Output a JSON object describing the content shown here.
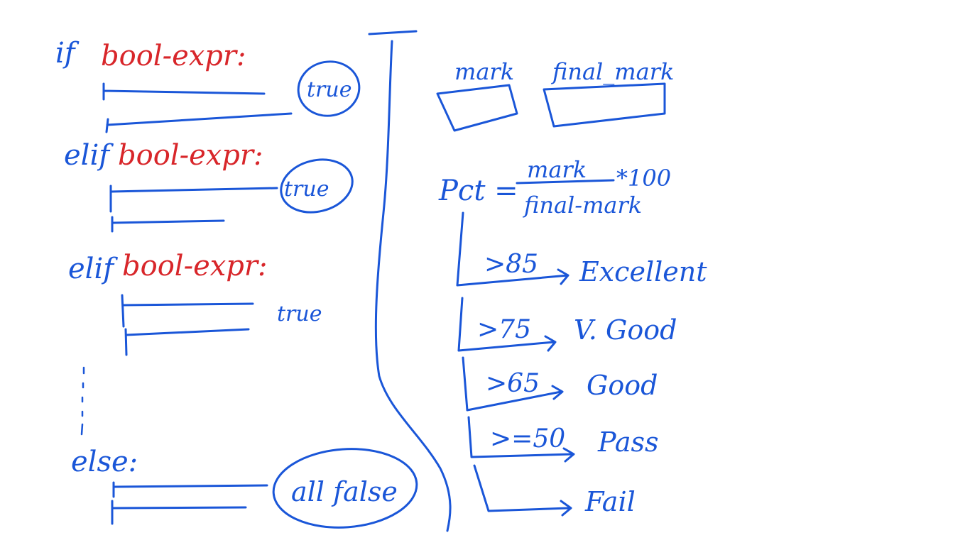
{
  "left": {
    "if_keyword": "if",
    "elif_keyword_1": "elif",
    "elif_keyword_2": "elif",
    "else_keyword": "else:",
    "condition_1": "bool-expr:",
    "condition_2": "bool-expr:",
    "condition_3": "bool-expr:",
    "true_1": "true",
    "true_2": "true",
    "true_3": "true",
    "all_false": "all false"
  },
  "right": {
    "var_mark": "mark",
    "var_final_mark": "final_mark",
    "pct_lhs": "Pct =",
    "pct_numerator": "mark",
    "pct_denominator": "final-mark",
    "pct_multiplier": "*100",
    "branches": [
      {
        "op": ">85",
        "result": "Excellent"
      },
      {
        "op": ">75",
        "result": "V. Good"
      },
      {
        "op": ">65",
        "result": "Good"
      },
      {
        "op": ">=50",
        "result": "Pass"
      },
      {
        "op": "",
        "result": "Fail"
      }
    ]
  },
  "colors": {
    "ink_blue": "#1a56d8",
    "ink_red": "#d8262a",
    "background": "#ffffff"
  }
}
